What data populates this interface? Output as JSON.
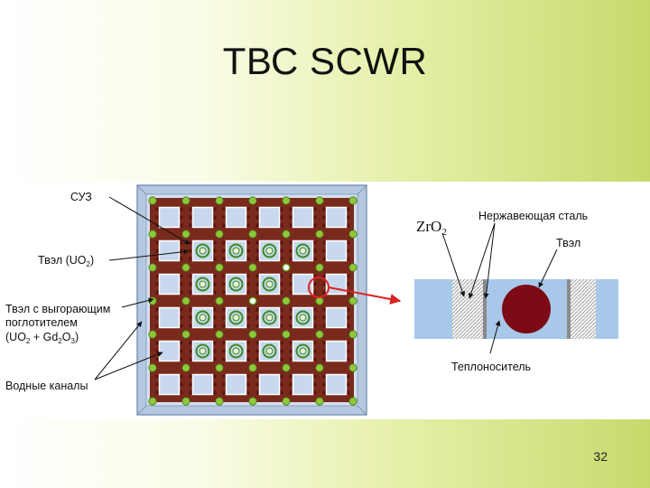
{
  "slide": {
    "title": "ТВС SCWR",
    "number": "32"
  },
  "diagram": {
    "labels": {
      "control_rods": "СУЗ",
      "fuel_rod_main": "Твэл (UO",
      "fuel_rod_sub": "2",
      "fuel_rod_close": ")",
      "absorber_line1": "Твэл с выгорающим",
      "absorber_line2": "поглотителем",
      "absorber_line3_a": "(UO",
      "absorber_line3_b": "2",
      "absorber_line3_c": " + Gd",
      "absorber_line3_d": "2",
      "absorber_line3_e": "O",
      "absorber_line3_f": "3",
      "absorber_line3_g": ")",
      "water_channels": "Водные каналы",
      "zro2_main": "ZrO",
      "zro2_sub": "2",
      "stainless_steel": "Нержавеющая сталь",
      "fuel_rod_detail": "Твэл",
      "coolant": "Теплоноситель"
    },
    "colors": {
      "assembly_frame": "#9fb6d2",
      "fuel_rod": "#7d0a14",
      "detail_red": "#dd2222",
      "green_rod": "#8ec83a",
      "water_box": "#c8d8ee",
      "coolant": "#a8c8ea"
    }
  }
}
